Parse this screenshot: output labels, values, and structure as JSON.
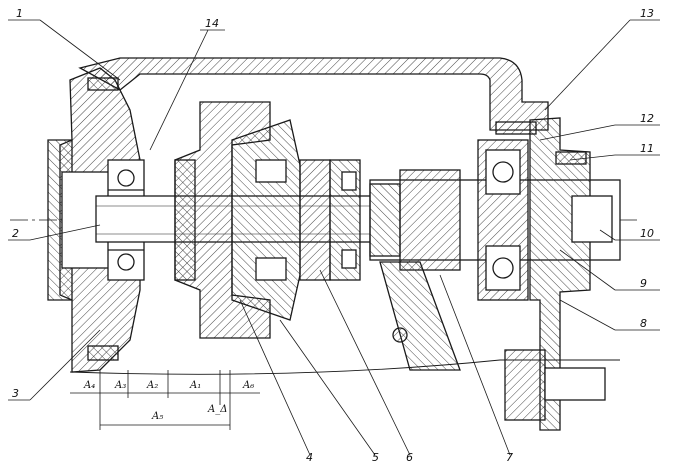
{
  "callouts": {
    "c1": "1",
    "c2": "2",
    "c3": "3",
    "c4": "4",
    "c5": "5",
    "c6": "6",
    "c7": "7",
    "c8": "8",
    "c9": "9",
    "c10": "10",
    "c11": "11",
    "c12": "12",
    "c13": "13",
    "c14": "14"
  },
  "dimensions": {
    "a4": "A₄",
    "a3": "A₃",
    "a2": "A₂",
    "a1": "A₁",
    "a6": "A₆",
    "a5": "A₅",
    "ad": "A_Δ"
  },
  "colors": {
    "line": "#1a1a1a",
    "hatch": "#333333",
    "paper": "#ffffff"
  }
}
